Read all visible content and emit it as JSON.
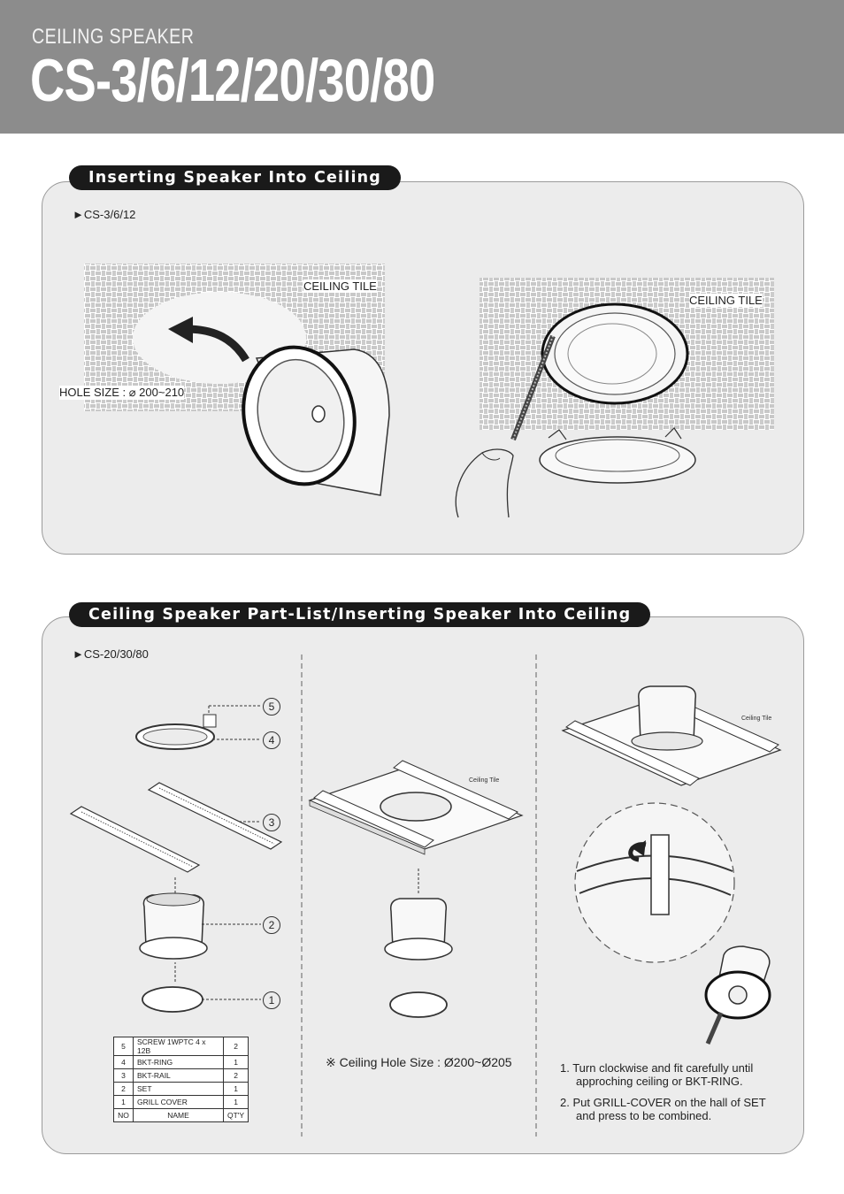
{
  "header": {
    "subtitle": "CEILING SPEAKER",
    "title": "CS-3/6/12/20/30/80"
  },
  "section1": {
    "heading": "Inserting Speaker Into Ceiling",
    "model": "►CS-3/6/12",
    "ceiling_tile_left": "CEILING TILE",
    "ceiling_tile_right": "CEILING TILE",
    "hole_size": "HOLE SIZE : ⌀ 200~210"
  },
  "section2": {
    "heading": "Ceiling  Speaker Part-List/Inserting Speaker Into Ceiling",
    "model": "►CS-20/30/80",
    "ceiling_tile_mid": "Ceiling  Tile",
    "ceiling_tile_right": "Ceiling  Tile",
    "callouts": [
      "5",
      "4",
      "3",
      "2",
      "1"
    ],
    "hole_size": "※ Ceiling Hole Size : Ø200~Ø205",
    "parts_table": [
      {
        "no": "5",
        "name": "SCREW 1WPTC 4 x 12B",
        "qty": "2"
      },
      {
        "no": "4",
        "name": "BKT-RING",
        "qty": "1"
      },
      {
        "no": "3",
        "name": "BKT-RAIL",
        "qty": "2"
      },
      {
        "no": "2",
        "name": "SET",
        "qty": "1"
      },
      {
        "no": "1",
        "name": "GRILL COVER",
        "qty": "1"
      }
    ],
    "parts_header": {
      "no": "NO",
      "name": "NAME",
      "qty": "QT'Y"
    },
    "notes": [
      {
        "line1": "1. Turn clockwise and fit carefully until",
        "line2": "approching ceiling or BKT-RING."
      },
      {
        "line1": "2. Put GRILL-COVER on the hall of SET",
        "line2": "and press to be combined."
      }
    ]
  }
}
